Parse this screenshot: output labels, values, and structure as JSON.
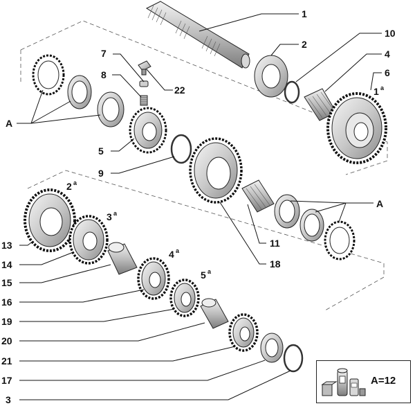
{
  "callouts": {
    "c1": "1",
    "c2": "2",
    "c10": "10",
    "c4": "4",
    "c6": "6",
    "c1a": "1",
    "c1a_sup": "a",
    "c7": "7",
    "c8": "8",
    "c22": "22",
    "cA1": "A",
    "c5": "5",
    "c9": "9",
    "c2a": "2",
    "c2a_sup": "a",
    "c3a": "3",
    "c3a_sup": "a",
    "c4a": "4",
    "c4a_sup": "a",
    "c5a": "5",
    "c5a_sup": "a",
    "cA2": "A",
    "c11": "11",
    "c18": "18",
    "c13": "13",
    "c14": "14",
    "c15": "15",
    "c16": "16",
    "c19": "19",
    "c20": "20",
    "c21": "21",
    "c17": "17",
    "c3": "3"
  },
  "legend": {
    "text": "A=12",
    "icon": "kit-parts-icon"
  },
  "colors": {
    "line": "#111111",
    "metal_light": "#e6e6e6",
    "metal_mid": "#bdbdbd",
    "metal_dark": "#7a7a7a"
  }
}
